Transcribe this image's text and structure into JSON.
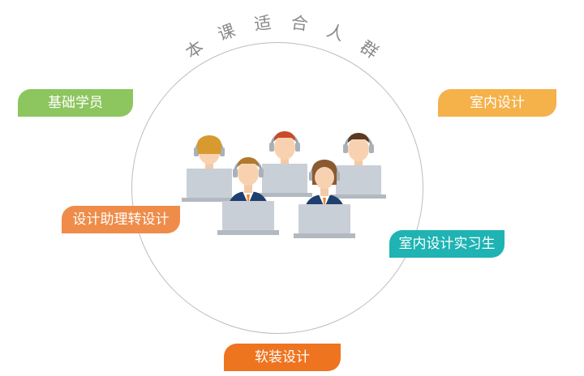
{
  "title_chars": [
    "本",
    "课",
    "适",
    "合",
    "人",
    "群"
  ],
  "tags": {
    "basic": "基础学员",
    "interior": "室内设计",
    "assistant": "设计助理转设计",
    "intern": "室内设计实习生",
    "soft": "软装设计"
  },
  "colors": {
    "green": "#8dc55e",
    "yellow": "#f5b14a",
    "orange": "#ef8c4a",
    "teal": "#1fb3b3",
    "deep_orange": "#ee7420",
    "ring": "#bdbdbd",
    "suit": "#1f3f6e",
    "laptop": "#c9cfd6"
  },
  "illustration": {
    "name": "students-with-headsets-and-laptops-icon",
    "people_count": 5
  }
}
